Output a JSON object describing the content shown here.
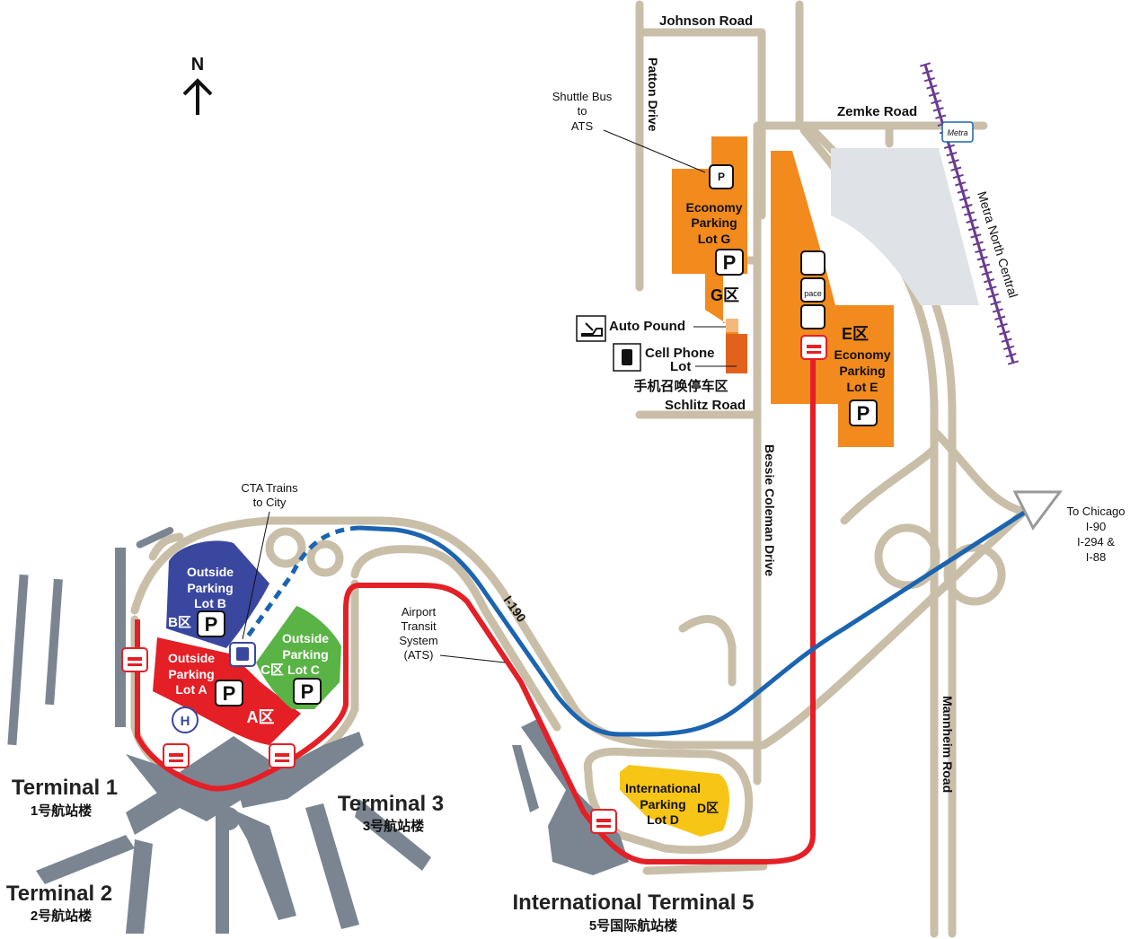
{
  "compass": {
    "letter": "N"
  },
  "roads": {
    "johnson": "Johnson Road",
    "patton": "Patton Drive",
    "zemke": "Zemke Road",
    "schlitz": "Schlitz Road",
    "bessie": "Bessie Coleman Drive",
    "mannheim": "Mannheim Road",
    "i190": "I-190",
    "metra_line": "Metra North Central",
    "metra_logo": "Metra"
  },
  "destinations": {
    "chicago": [
      "To Chicago",
      "I-90",
      "I-294 &",
      "I-88"
    ]
  },
  "callouts": {
    "shuttle": [
      "Shuttle Bus",
      "to",
      "ATS"
    ],
    "cta": [
      "CTA Trains",
      "to City"
    ],
    "ats": [
      "Airport",
      "Transit",
      "System",
      "(ATS)"
    ],
    "auto_pound": "Auto Pound",
    "cell_phone": [
      "Cell Phone",
      "Lot"
    ],
    "cell_phone_cn": "手机召唤停车区"
  },
  "parking": {
    "lot_g": {
      "lines": [
        "Economy",
        "Parking",
        "Lot G"
      ],
      "zone": "G区",
      "color": "#f28a1e"
    },
    "lot_e": {
      "lines": [
        "Economy",
        "Parking",
        "Lot E"
      ],
      "zone": "E区",
      "color": "#f28a1e"
    },
    "lot_b": {
      "lines": [
        "Outside",
        "Parking",
        "Lot B"
      ],
      "zone": "B区",
      "color": "#3a479e"
    },
    "lot_a": {
      "lines": [
        "Outside",
        "Parking",
        "Lot A"
      ],
      "zone": "A区",
      "color": "#e41f26"
    },
    "lot_c": {
      "lines": [
        "Outside",
        "Parking",
        "Lot C"
      ],
      "zone": "C区",
      "color": "#5ab345"
    },
    "lot_d": {
      "lines": [
        "International",
        "Parking",
        "Lot D"
      ],
      "zone": "D区",
      "color": "#f6c515"
    },
    "p_symbol": "P",
    "pace": "pace"
  },
  "terminals": {
    "t1": {
      "name": "Terminal 1",
      "cn": "1号航站楼"
    },
    "t2": {
      "name": "Terminal 2",
      "cn": "2号航站楼"
    },
    "t3": {
      "name": "Terminal 3",
      "cn": "3号航站楼"
    },
    "t5": {
      "name": "International Terminal 5",
      "cn": "5号国际航站楼"
    }
  },
  "colors": {
    "road": "#c9bfa9",
    "ats_line": "#e41f26",
    "cta_line": "#1b64b0",
    "metra_line": "#6a3a8f",
    "terminal": "#7b8591",
    "lot_e_area": "#dfe3e7"
  }
}
